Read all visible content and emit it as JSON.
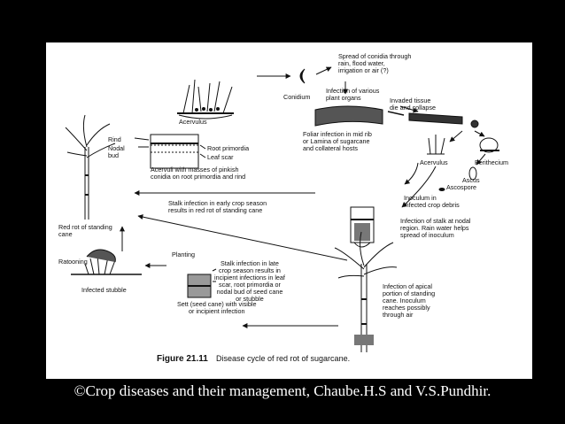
{
  "labels": {
    "spread_conidia": "Spread of conidia through\nrain, flood water,\nirrigation or air (?)",
    "acervulus_top": "Acervulus",
    "conidium": "Conidium",
    "infection_various": "Infection of various\nplant organs",
    "invaded_tissue": "Invaded tissue\ndie and collapse",
    "foliar_infection": "Foliar infection in mid rib\nor Lamina of sugarcane\nand collateral hosts",
    "acervulus_mid": "Acervulus",
    "perithecium": "Perithecium",
    "ascus": "Ascus",
    "ascospore": "Ascospore",
    "inoculum_debris": "Inoculum in\ninfected crop debris",
    "rind": "Rind",
    "nodal_bud": "Nodal\nbud",
    "root_primordia": "Root primordia",
    "leaf_scar": "Leaf scar",
    "acervuli_masses": "Acervuli with masses of pinkish\nconidia on root primordia and rind",
    "stalk_early": "Stalk infection in early crop season\nresults in red rot of standing cane",
    "red_rot_standing": "Red rot of standing\ncane",
    "infection_stalk_nodal": "Infection of stalk at nodal\nregion. Rain water helps\nspread of inoculum",
    "ratooning": "Ratooning",
    "planting": "Planting",
    "infected_stubble": "Infected stubble",
    "stalk_late": "Stalk infection in late\ncrop season results in\nincipient infections in leaf\nscar, root primordia or\nnodal bud of seed cane\nor stubble",
    "sett": "Sett (seed cane) with visible\nor incipient infection",
    "infection_apical": "Infection of apical\nportion of standing\ncane. Inoculum\nreaches possibly\nthrough air"
  },
  "figure": {
    "number": "Figure 21.11",
    "caption": "Disease cycle of red rot of sugarcane."
  },
  "credit": "©Crop diseases and their management, Chaube.H.S and V.S.Pundhir."
}
